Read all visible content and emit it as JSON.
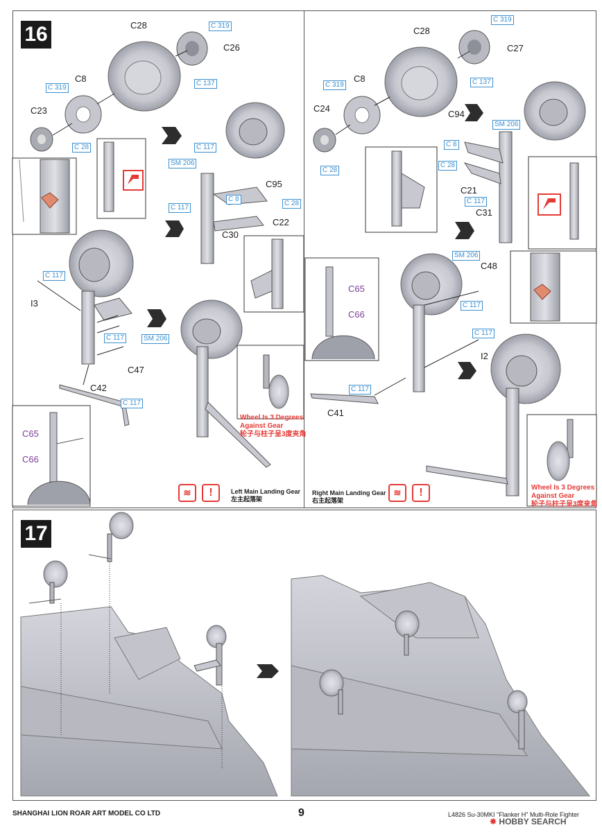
{
  "step16": {
    "number": "16",
    "left": {
      "parts": [
        "C28",
        "C26",
        "C8",
        "C23",
        "C95",
        "C22",
        "C30",
        "I3",
        "C47",
        "C42"
      ],
      "tags": [
        "C 319",
        "C 319",
        "C 137",
        "C 28",
        "C 117",
        "SM 206",
        "C 8",
        "C 28",
        "C 117",
        "C 117",
        "C 117",
        "SM 206",
        "C 117"
      ],
      "inset_parts": [
        "C65",
        "C66"
      ],
      "note": [
        "Wheel Is 3 Degrees",
        "Against Gear",
        "轮子与柱子呈3度夹角"
      ],
      "title_en": "Left Main Landing Gear",
      "title_cn": "左主起落架"
    },
    "right": {
      "parts": [
        "C28",
        "C27",
        "C8",
        "C24",
        "C94",
        "C21",
        "C31",
        "C48",
        "I2",
        "C41"
      ],
      "tags": [
        "C 319",
        "C 319",
        "C 137",
        "C 28",
        "SM 206",
        "C 8",
        "C 28",
        "C 117",
        "SM 206",
        "C 117",
        "C 117",
        "C 117"
      ],
      "inset_parts": [
        "C65",
        "C66"
      ],
      "note": [
        "Wheel Is 3 Degrees",
        "Against Gear",
        "轮子与柱子呈3度夹角"
      ],
      "title_en": "Right Main Landing Gear",
      "title_cn": "右主起落架"
    }
  },
  "step17": {
    "number": "17"
  },
  "footer": {
    "company": "SHANGHAI LION ROAR ART MODEL CO LTD",
    "page": "9",
    "product": "L4826 Su-30MKI \"Flanker H\" Multi-Role Fighter",
    "watermark": "HOBBY SEARCH"
  },
  "icons": {
    "cement": "cement-icon",
    "caution": "caution-icon",
    "accent": "#e53935",
    "tag_color": "#3a8fd0",
    "purple": "#7a3d9a"
  }
}
